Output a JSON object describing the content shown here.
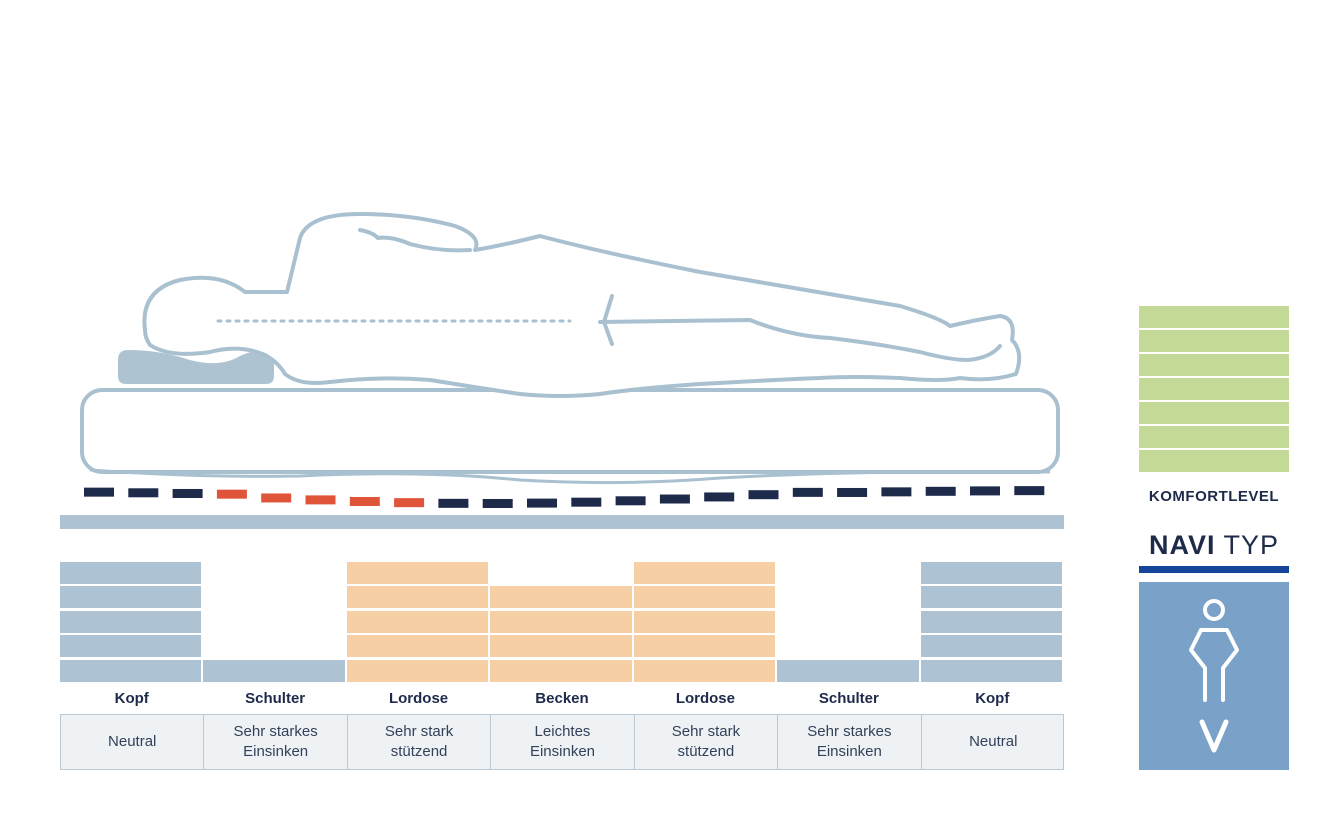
{
  "zones": [
    {
      "label": "Kopf",
      "desc": "Neutral",
      "level": 5,
      "kind": "neutral"
    },
    {
      "label": "Schulter",
      "desc": "Sehr starkes\nEinsinken",
      "level": 1,
      "kind": "neutral"
    },
    {
      "label": "Lordose",
      "desc": "Sehr stark\nstützend",
      "level": 5,
      "kind": "support"
    },
    {
      "label": "Becken",
      "desc": "Leichtes\nEinsinken",
      "level": 4,
      "kind": "support"
    },
    {
      "label": "Lordose",
      "desc": "Sehr stark\nstützend",
      "level": 5,
      "kind": "support"
    },
    {
      "label": "Schulter",
      "desc": "Sehr starkes\nEinsinken",
      "level": 1,
      "kind": "neutral"
    },
    {
      "label": "Kopf",
      "desc": "Neutral",
      "level": 5,
      "kind": "neutral"
    }
  ],
  "komfort": {
    "label": "KOMFORTLEVEL",
    "level": 7,
    "max": 7
  },
  "navi": {
    "bold": "NAVI",
    "light": "TYP"
  },
  "colors": {
    "neutral": "#adc3d3",
    "support": "#f6cfa5",
    "komfort": "#c3da96",
    "navy": "#1e2a4a",
    "orange": "#e0553a",
    "outline": "#a9c0d0",
    "navi_accent": "#15459a",
    "navi_box": "#7aa1c7"
  },
  "icons": {
    "figure": "person-v-shape-icon"
  }
}
